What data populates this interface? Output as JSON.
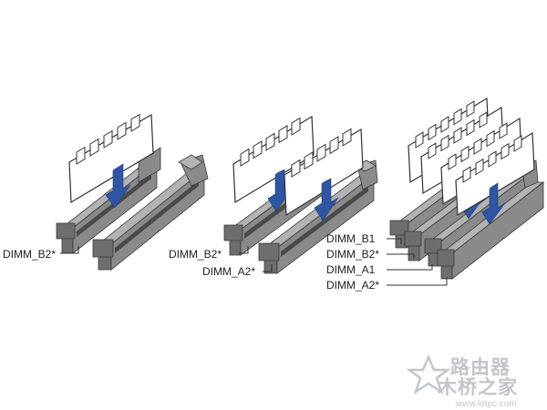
{
  "colors": {
    "slot_front": "#6e6e6e",
    "slot_side": "#8a8a8a",
    "slot_top": "#b3b3b3",
    "slot_groove": "#4a4a4a",
    "module_fill": "#ffffff",
    "module_stroke": "#333333",
    "chip_fill": "#ffffff",
    "arrow_fill": "#2f56a4",
    "leader_line": "#333333",
    "watermark": "#b7bcc4"
  },
  "panels": [
    {
      "labels": [
        "DIMM_B2*"
      ]
    },
    {
      "labels": [
        "DIMM_B2*",
        "DIMM_A2*"
      ]
    },
    {
      "labels": [
        "DIMM_B1",
        "DIMM_B2*",
        "DIMM_A1",
        "DIMM_A2*"
      ]
    }
  ],
  "watermark": {
    "logo_icon": "star-logo-icon",
    "text": "路由器",
    "text2": "木桥之家",
    "url": "www.lotpc.com"
  }
}
